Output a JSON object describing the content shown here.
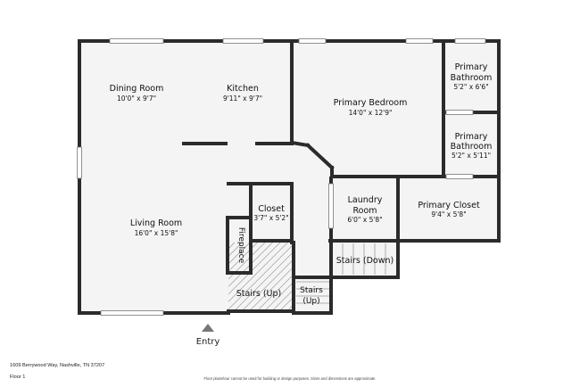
{
  "rooms": {
    "dining_room": {
      "name": "Dining Room",
      "dim": "10'0\" x 9'7\""
    },
    "kitchen": {
      "name": "Kitchen",
      "dim": "9'11\" x 9'7\""
    },
    "primary_bedroom": {
      "name": "Primary Bedroom",
      "dim": "14'0\" x 12'9\""
    },
    "primary_bath_1": {
      "name1": "Primary",
      "name2": "Bathroom",
      "dim": "5'2\" x 6'6\""
    },
    "primary_bath_2": {
      "name1": "Primary",
      "name2": "Bathroom",
      "dim": "5'2\" x 5'11\""
    },
    "living_room": {
      "name": "Living Room",
      "dim": "16'0\" x 15'8\""
    },
    "closet": {
      "name": "Closet",
      "dim": "3'7\" x 5'2\""
    },
    "laundry_room": {
      "name1": "Laundry",
      "name2": "Room",
      "dim": "6'0\" x 5'8\""
    },
    "primary_closet": {
      "name": "Primary Closet",
      "dim": "9'4\" x 5'8\""
    },
    "fireplace": {
      "name": "Fireplace"
    },
    "stairs_up_main": {
      "name": "Stairs (Up)"
    },
    "stairs_up_small": {
      "name1": "Stairs",
      "name2": "(Up)"
    },
    "stairs_down": {
      "name": "Stairs (Down)"
    }
  },
  "entry": {
    "label": "Entry"
  },
  "footer": {
    "address": "1609 Berrywood Way, Nashville, TN 37207",
    "floor": "Floor 1",
    "disclaimer": "Floor plans/tour cannot be used for building or design purposes. Sizes and dimensions are approximate."
  },
  "colors": {
    "wall": "#2b2b2b",
    "floor": "#f4f4f4",
    "window": "#ffffff"
  }
}
